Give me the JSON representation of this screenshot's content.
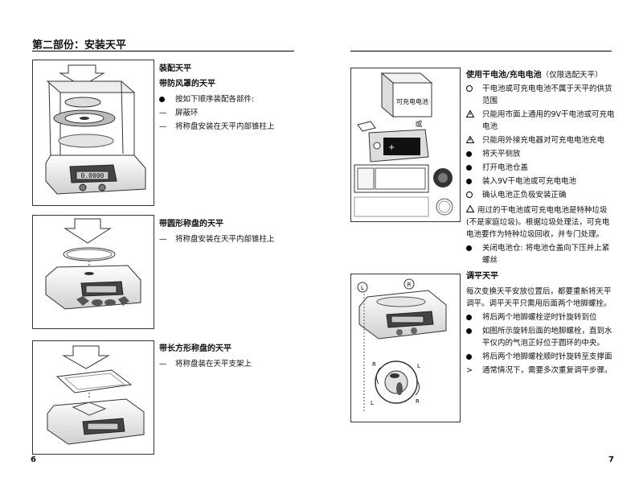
{
  "page_title": "第二部份：安装天平",
  "left_page_number": "6",
  "right_page_number": "7",
  "section1": {
    "heading": "装配天平",
    "subheading": "带防风罩的天平",
    "items": [
      {
        "marker": "bullet",
        "text": "按如下顺序装配各部件:"
      },
      {
        "marker": "dash",
        "text": "屏蔽环"
      },
      {
        "marker": "dash",
        "text": "将称盘安装在天平内部锥柱上"
      }
    ]
  },
  "section2": {
    "heading": "带圆形称盘的天平",
    "items": [
      {
        "marker": "dash",
        "text": "将称盘安装在天平内部锥柱上"
      }
    ]
  },
  "section3": {
    "heading": "带长方形称盘的天平",
    "items": [
      {
        "marker": "dash",
        "text": "将称盘装在天平支架上"
      }
    ]
  },
  "battery": {
    "heading": "使用干电池/充电电池",
    "heading_note": "（仅限选配天平）",
    "image_label_box": "可充电电池",
    "image_label_or": "或",
    "items": [
      {
        "marker": "circle",
        "text": "干电池或可充电电池不属于天平的供货范围"
      },
      {
        "marker": "warning",
        "text": "只能用市面上通用的9V干电池或可充电电池"
      },
      {
        "marker": "warning",
        "text": "只能用外接充电器对可充电电池充电"
      },
      {
        "marker": "bullet",
        "text": "将天平侧放"
      },
      {
        "marker": "bullet",
        "text": "打开电池仓盖"
      },
      {
        "marker": "bullet",
        "text": "装入9V干电池或可充电电池"
      },
      {
        "marker": "circle",
        "text": "确认电池正负极安装正确"
      }
    ],
    "note": "用过的干电池或可充电电池是特种垃圾(不是家庭垃圾)。根据垃圾处理法，可充电电池要作为特种垃圾回收，并专门处理。",
    "final_item": {
      "marker": "bullet",
      "text": "关闭电池仓: 将电池仓盖向下压并上紧螺丝"
    }
  },
  "leveling": {
    "heading": "调平天平",
    "intro": "每次变换天平安放位置后，都要重新将天平调平。调平天平只需用后面两个地脚螺拴。",
    "items": [
      {
        "marker": "bullet",
        "text": "将后两个地脚螺栓逆时针旋转到位"
      },
      {
        "marker": "bullet",
        "text": "如图所示旋转后面的地脚螺栓，直到水平仪内的气泡正好位于圆环的中央。"
      },
      {
        "marker": "bullet",
        "text": "将后两个地脚螺栓顺时针旋转至支撑面"
      },
      {
        "marker": "arrow",
        "text": "通常情况下，需要多次重复调平步骤。"
      }
    ],
    "figure_labels": {
      "L": "L",
      "R": "R"
    }
  },
  "display_value": "0.0000"
}
